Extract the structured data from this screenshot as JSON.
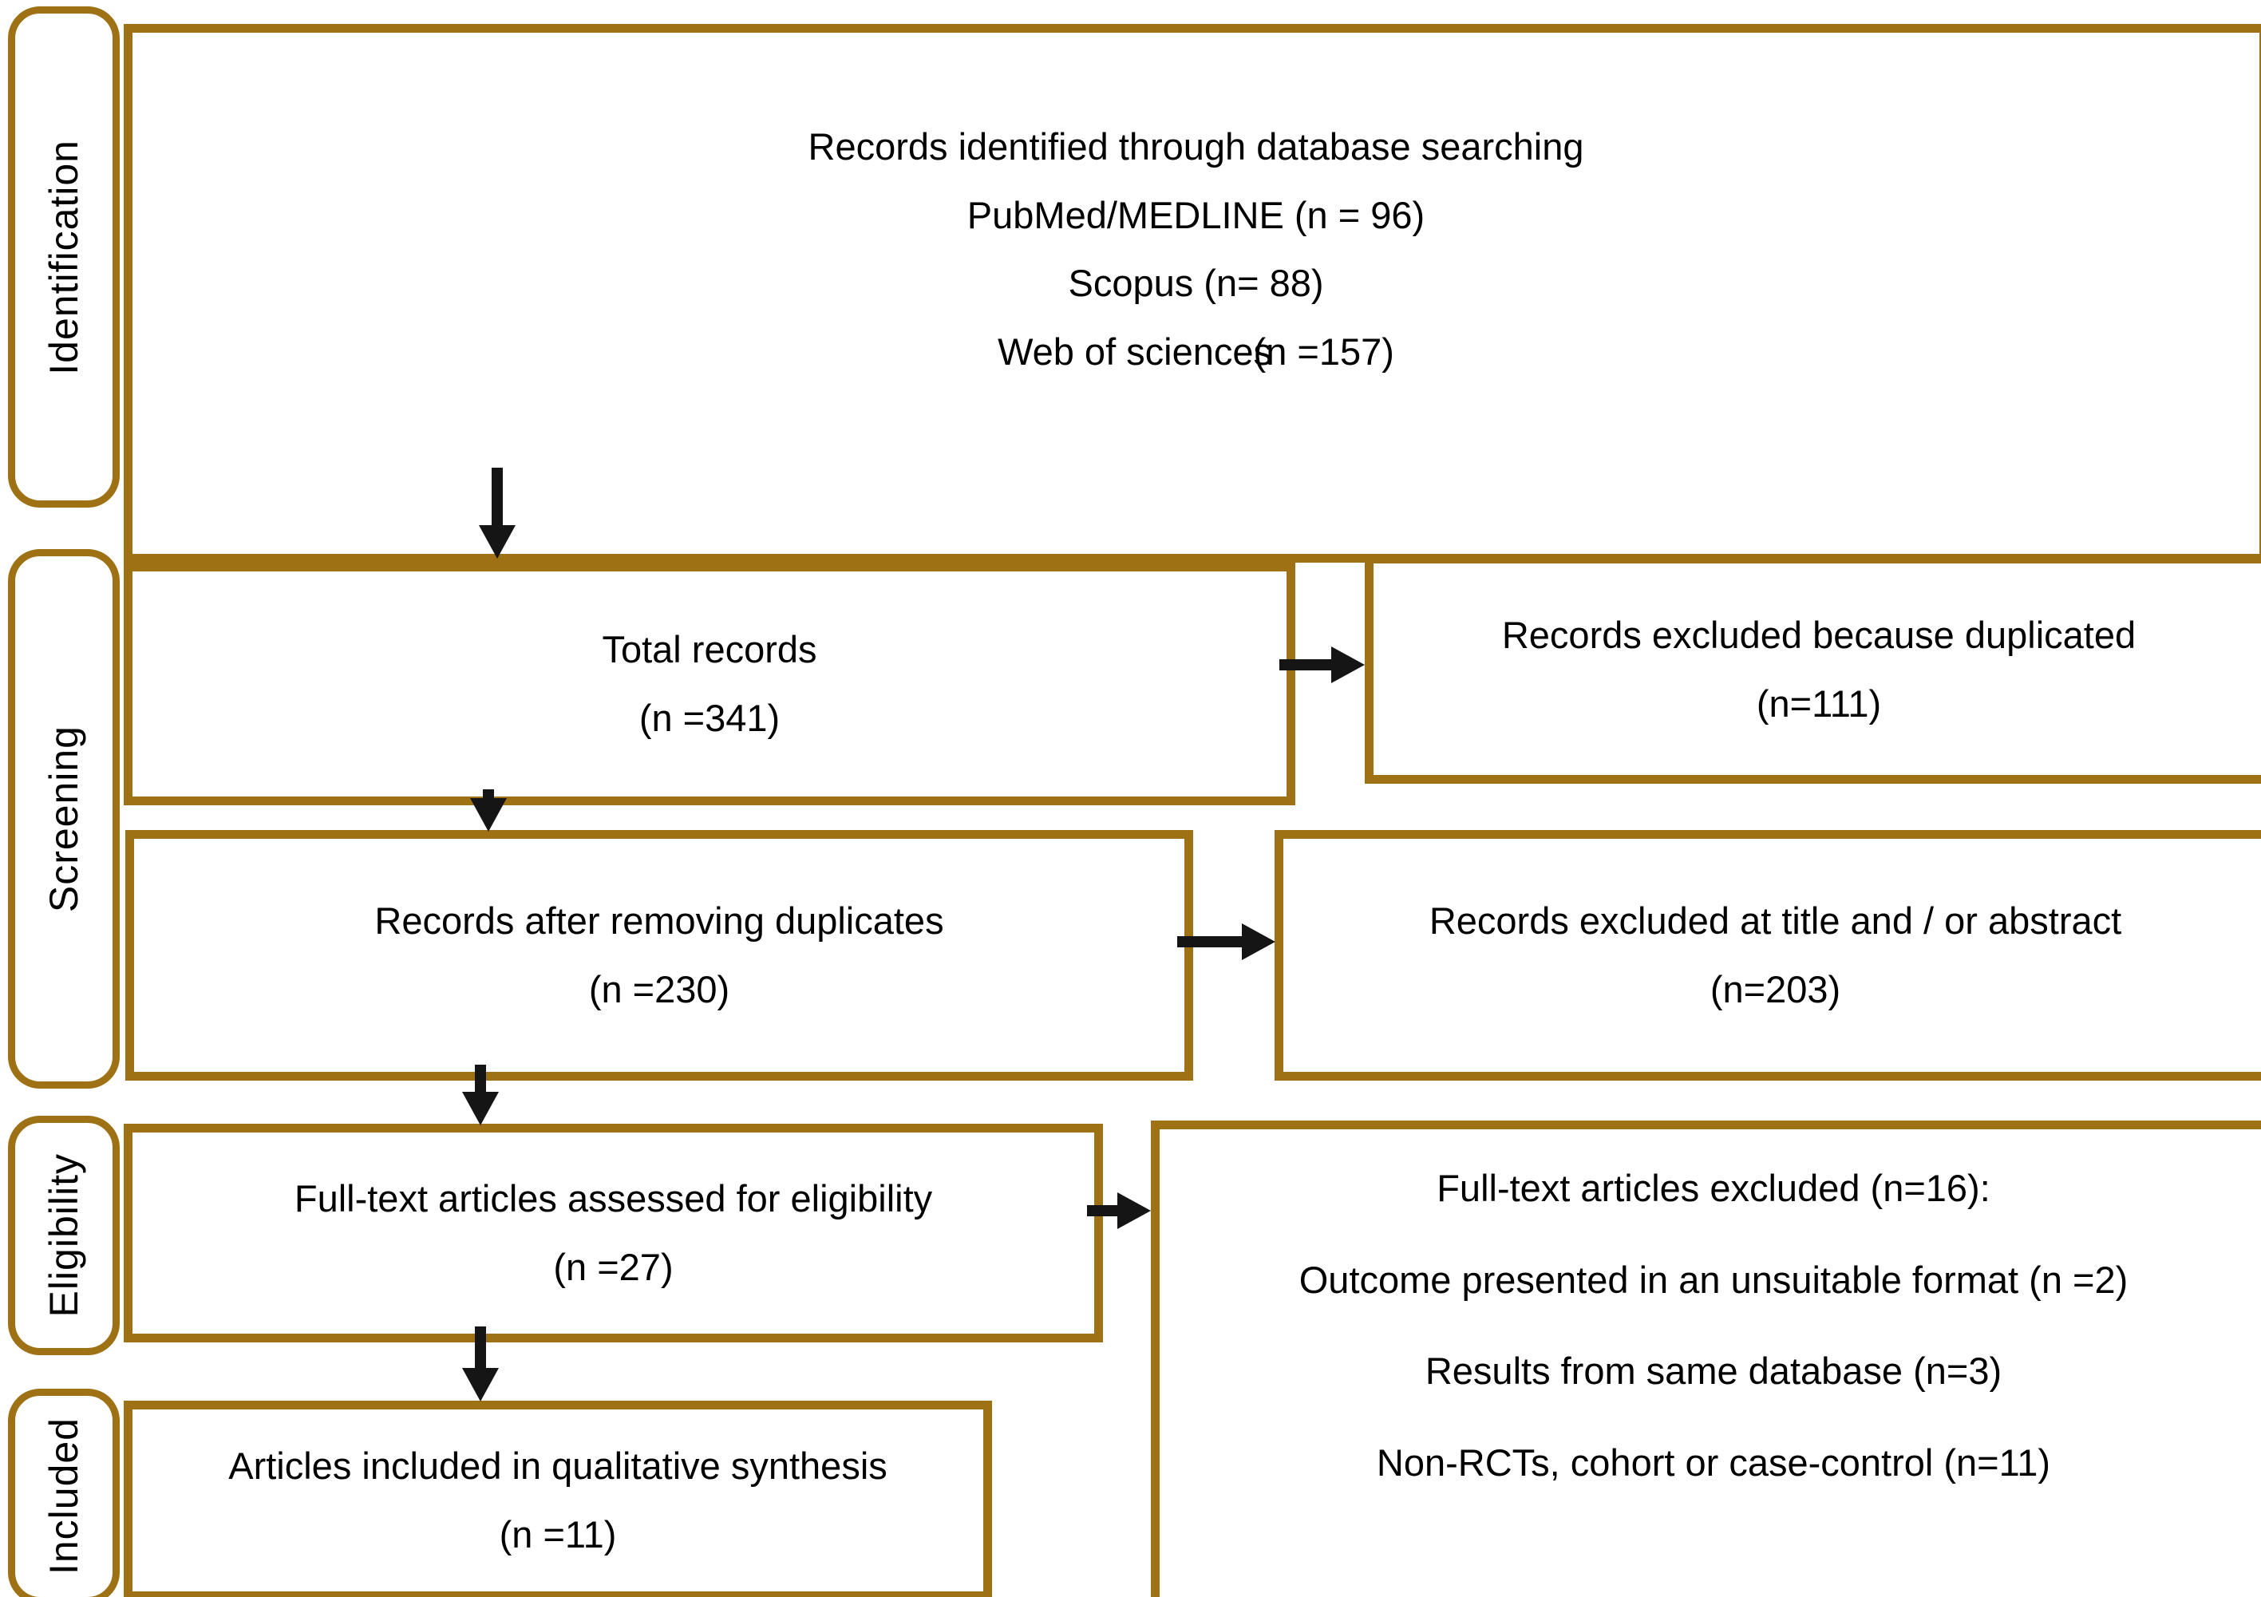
{
  "figure": {
    "kind": "prisma-flow-diagram",
    "background": "#ffffff",
    "colors": {
      "box_border": "#9e7214",
      "arrow": "#151515",
      "text": "#000000"
    }
  },
  "stages": {
    "identification": "Identification",
    "screening": "Screening",
    "eligibility": "Eligibility",
    "included": "Included"
  },
  "boxes": {
    "identified": {
      "line1": "Records identified through database searching",
      "line2": "PubMed/MEDLINE (n = 96)",
      "line3": "Scopus (n= 88)",
      "line4_part1": "Web of sciences",
      "line4_part2": "(n =157)"
    },
    "total": {
      "line1": "Total records",
      "line2": "(n =341)"
    },
    "excluded_duplicated": {
      "line1": "Records excluded because duplicated",
      "line2": "(n=111)"
    },
    "after_duplicates": {
      "line1": "Records after removing duplicates",
      "line2": "(n =230)"
    },
    "excluded_title_abstract": {
      "line1": "Records excluded at title and / or abstract",
      "line2": "(n=203)"
    },
    "fulltext_assessed": {
      "line1": "Full-text articles assessed for eligibility",
      "line2": "(n =27)"
    },
    "fulltext_excluded": {
      "line1": "Full-text articles excluded (n=16):",
      "line2": "Outcome presented in an unsuitable format (n =2)",
      "line3": "Results from same database (n=3)",
      "line4": "Non-RCTs, cohort or case-control (n=11)"
    },
    "included_qualitative": {
      "line1": "Articles included in qualitative synthesis",
      "line2": "(n =11)"
    }
  }
}
